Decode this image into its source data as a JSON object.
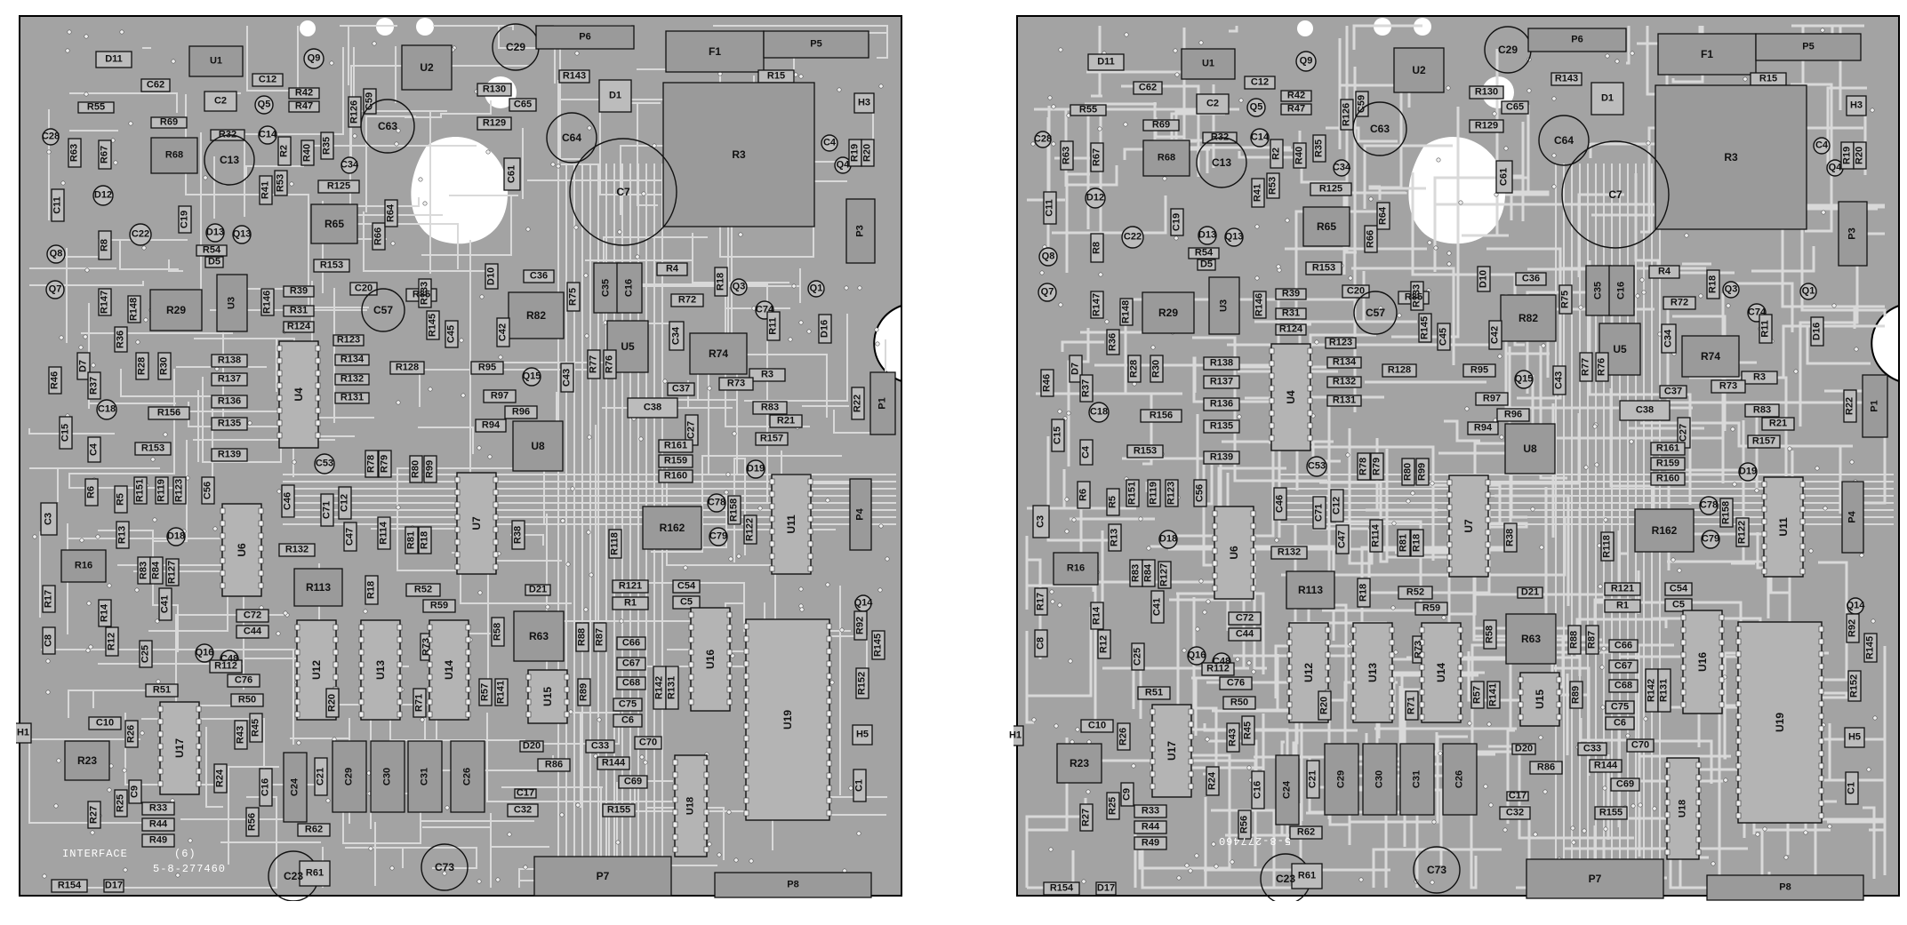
{
  "boards": [
    {
      "id": "left",
      "variant": "component-side",
      "board_marking": "INTERFACE",
      "board_revision": "(6)",
      "part_number": "5-8-277460"
    },
    {
      "id": "right",
      "variant": "solder-side",
      "board_marking": "",
      "board_revision": "",
      "part_number": "5-8-277460"
    }
  ],
  "colors": {
    "board_fill": "#a3a3a3",
    "trace": "#d9d9d9",
    "component_outline": "#111111",
    "cutout": "#ffffff",
    "label": "#111111"
  },
  "components": [
    {
      "ref": "D11",
      "type": "part"
    },
    {
      "ref": "U1",
      "type": "ic"
    },
    {
      "ref": "C12",
      "type": "cap"
    },
    {
      "ref": "Q9",
      "type": "transistor"
    },
    {
      "ref": "U2",
      "type": "ic"
    },
    {
      "ref": "C29",
      "type": "big-cap"
    },
    {
      "ref": "P6",
      "type": "connector"
    },
    {
      "ref": "F1",
      "type": "fuse"
    },
    {
      "ref": "P5",
      "type": "connector"
    },
    {
      "ref": "C62",
      "type": "cap"
    },
    {
      "ref": "C2",
      "type": "cap"
    },
    {
      "ref": "Q5",
      "type": "transistor"
    },
    {
      "ref": "R42",
      "type": "res"
    },
    {
      "ref": "R47",
      "type": "res"
    },
    {
      "ref": "R126",
      "type": "res"
    },
    {
      "ref": "C59",
      "type": "cap"
    },
    {
      "ref": "R130",
      "type": "res"
    },
    {
      "ref": "C65",
      "type": "cap"
    },
    {
      "ref": "R143",
      "type": "res"
    },
    {
      "ref": "D1",
      "type": "diode"
    },
    {
      "ref": "R15",
      "type": "res"
    },
    {
      "ref": "H3",
      "type": "hole"
    },
    {
      "ref": "R55",
      "type": "res"
    },
    {
      "ref": "R69",
      "type": "res"
    },
    {
      "ref": "R32",
      "type": "res"
    },
    {
      "ref": "C14",
      "type": "cap"
    },
    {
      "ref": "C63",
      "type": "big-cap"
    },
    {
      "ref": "R129",
      "type": "res"
    },
    {
      "ref": "C64",
      "type": "big-cap"
    },
    {
      "ref": "C28",
      "type": "cap"
    },
    {
      "ref": "R63",
      "type": "res"
    },
    {
      "ref": "R67",
      "type": "res"
    },
    {
      "ref": "R68",
      "type": "res"
    },
    {
      "ref": "C13",
      "type": "big-cap"
    },
    {
      "ref": "R2",
      "type": "res"
    },
    {
      "ref": "R40",
      "type": "res"
    },
    {
      "ref": "R35",
      "type": "res"
    },
    {
      "ref": "C34",
      "type": "cap"
    },
    {
      "ref": "C61",
      "type": "cap"
    },
    {
      "ref": "R3",
      "type": "res"
    },
    {
      "ref": "C4",
      "type": "cap"
    },
    {
      "ref": "Q4",
      "type": "transistor"
    },
    {
      "ref": "R19",
      "type": "res"
    },
    {
      "ref": "R20",
      "type": "res"
    },
    {
      "ref": "D12",
      "type": "diode"
    },
    {
      "ref": "R41",
      "type": "res"
    },
    {
      "ref": "R53",
      "type": "res"
    },
    {
      "ref": "R125",
      "type": "res"
    },
    {
      "ref": "C7",
      "type": "big-cap"
    },
    {
      "ref": "C11",
      "type": "cap"
    },
    {
      "ref": "C19",
      "type": "cap"
    },
    {
      "ref": "C22",
      "type": "cap"
    },
    {
      "ref": "D13",
      "type": "diode"
    },
    {
      "ref": "Q13",
      "type": "transistor"
    },
    {
      "ref": "R65",
      "type": "res"
    },
    {
      "ref": "R66",
      "type": "res"
    },
    {
      "ref": "R64",
      "type": "res"
    },
    {
      "ref": "R8",
      "type": "res"
    },
    {
      "ref": "Q8",
      "type": "transistor"
    },
    {
      "ref": "R54",
      "type": "res"
    },
    {
      "ref": "D5",
      "type": "diode"
    },
    {
      "ref": "R153",
      "type": "res"
    },
    {
      "ref": "C20",
      "type": "cap"
    },
    {
      "ref": "R85",
      "type": "res"
    },
    {
      "ref": "C36",
      "type": "cap"
    },
    {
      "ref": "R4",
      "type": "res"
    },
    {
      "ref": "R18",
      "type": "res"
    },
    {
      "ref": "Q7",
      "type": "transistor"
    },
    {
      "ref": "R147",
      "type": "res"
    },
    {
      "ref": "R148",
      "type": "res"
    },
    {
      "ref": "R29",
      "type": "res"
    },
    {
      "ref": "U3",
      "type": "ic"
    },
    {
      "ref": "R146",
      "type": "res"
    },
    {
      "ref": "R39",
      "type": "res"
    },
    {
      "ref": "C57",
      "type": "big-cap"
    },
    {
      "ref": "R133",
      "type": "res"
    },
    {
      "ref": "D10",
      "type": "diode"
    },
    {
      "ref": "R82",
      "type": "res"
    },
    {
      "ref": "R75",
      "type": "res"
    },
    {
      "ref": "C35",
      "type": "cap"
    },
    {
      "ref": "C16",
      "type": "cap"
    },
    {
      "ref": "R72",
      "type": "res"
    },
    {
      "ref": "Q3",
      "type": "transistor"
    },
    {
      "ref": "C74",
      "type": "cap"
    },
    {
      "ref": "Q1",
      "type": "transistor"
    },
    {
      "ref": "P3",
      "type": "connector"
    },
    {
      "ref": "R31",
      "type": "res"
    },
    {
      "ref": "R124",
      "type": "res"
    },
    {
      "ref": "R123",
      "type": "res"
    },
    {
      "ref": "R36",
      "type": "res"
    },
    {
      "ref": "R145",
      "type": "res"
    },
    {
      "ref": "C45",
      "type": "cap"
    },
    {
      "ref": "C42",
      "type": "cap"
    },
    {
      "ref": "U5",
      "type": "ic"
    },
    {
      "ref": "C34b",
      "type": "cap"
    },
    {
      "ref": "R74",
      "type": "res"
    },
    {
      "ref": "R11",
      "type": "res"
    },
    {
      "ref": "D16",
      "type": "diode"
    },
    {
      "ref": "R46",
      "type": "res"
    },
    {
      "ref": "D7",
      "type": "diode"
    },
    {
      "ref": "R28",
      "type": "res"
    },
    {
      "ref": "R30",
      "type": "res"
    },
    {
      "ref": "R138",
      "type": "res"
    },
    {
      "ref": "R134",
      "type": "res"
    },
    {
      "ref": "R128",
      "type": "res"
    },
    {
      "ref": "R95",
      "type": "res"
    },
    {
      "ref": "Q15",
      "type": "transistor"
    },
    {
      "ref": "C43",
      "type": "cap"
    },
    {
      "ref": "R77",
      "type": "res"
    },
    {
      "ref": "R76",
      "type": "res"
    },
    {
      "ref": "R3b",
      "type": "res"
    },
    {
      "ref": "R37",
      "type": "res"
    },
    {
      "ref": "R137",
      "type": "res"
    },
    {
      "ref": "R132",
      "type": "res"
    },
    {
      "ref": "U4",
      "type": "ic"
    },
    {
      "ref": "R97",
      "type": "res"
    },
    {
      "ref": "R96",
      "type": "res"
    },
    {
      "ref": "C38",
      "type": "cap"
    },
    {
      "ref": "C37",
      "type": "cap"
    },
    {
      "ref": "R73",
      "type": "res"
    },
    {
      "ref": "R22",
      "type": "res"
    },
    {
      "ref": "P1",
      "type": "connector"
    },
    {
      "ref": "C15",
      "type": "cap"
    },
    {
      "ref": "C18",
      "type": "cap"
    },
    {
      "ref": "R156",
      "type": "res"
    },
    {
      "ref": "R136",
      "type": "res"
    },
    {
      "ref": "R135",
      "type": "res"
    },
    {
      "ref": "R131",
      "type": "res"
    },
    {
      "ref": "R94",
      "type": "res"
    },
    {
      "ref": "U8",
      "type": "ic"
    },
    {
      "ref": "R83",
      "type": "res"
    },
    {
      "ref": "R21",
      "type": "res"
    },
    {
      "ref": "C27",
      "type": "big-cap"
    },
    {
      "ref": "R157",
      "type": "res"
    },
    {
      "ref": "C4b",
      "type": "cap"
    },
    {
      "ref": "R153b",
      "type": "res"
    },
    {
      "ref": "R139",
      "type": "res"
    },
    {
      "ref": "C53",
      "type": "cap"
    },
    {
      "ref": "R78",
      "type": "res"
    },
    {
      "ref": "R79",
      "type": "res"
    },
    {
      "ref": "R80",
      "type": "res"
    },
    {
      "ref": "R99",
      "type": "res"
    },
    {
      "ref": "R161",
      "type": "res"
    },
    {
      "ref": "R159",
      "type": "res"
    },
    {
      "ref": "R160",
      "type": "res"
    },
    {
      "ref": "D19",
      "type": "diode"
    },
    {
      "ref": "R6",
      "type": "res"
    },
    {
      "ref": "R5",
      "type": "res"
    },
    {
      "ref": "R151",
      "type": "res"
    },
    {
      "ref": "R119",
      "type": "res"
    },
    {
      "ref": "R123b",
      "type": "res"
    },
    {
      "ref": "C56",
      "type": "cap"
    },
    {
      "ref": "C46",
      "type": "cap"
    },
    {
      "ref": "C71",
      "type": "cap"
    },
    {
      "ref": "C12b",
      "type": "cap"
    },
    {
      "ref": "U7",
      "type": "ic"
    },
    {
      "ref": "C78",
      "type": "cap"
    },
    {
      "ref": "R158",
      "type": "res"
    },
    {
      "ref": "U11",
      "type": "ic"
    },
    {
      "ref": "P4",
      "type": "connector"
    },
    {
      "ref": "C3",
      "type": "cap"
    },
    {
      "ref": "R13",
      "type": "res"
    },
    {
      "ref": "D18",
      "type": "diode"
    },
    {
      "ref": "U6",
      "type": "ic"
    },
    {
      "ref": "C47",
      "type": "cap"
    },
    {
      "ref": "R114",
      "type": "res"
    },
    {
      "ref": "R81",
      "type": "res"
    },
    {
      "ref": "R18b",
      "type": "res"
    },
    {
      "ref": "R38",
      "type": "res"
    },
    {
      "ref": "R118",
      "type": "res"
    },
    {
      "ref": "R162",
      "type": "res"
    },
    {
      "ref": "C79",
      "type": "cap"
    },
    {
      "ref": "R122",
      "type": "res"
    },
    {
      "ref": "R16",
      "type": "res"
    },
    {
      "ref": "R83b",
      "type": "res"
    },
    {
      "ref": "R84",
      "type": "res"
    },
    {
      "ref": "R127",
      "type": "res"
    },
    {
      "ref": "R132b",
      "type": "res"
    },
    {
      "ref": "R113",
      "type": "res"
    },
    {
      "ref": "R121",
      "type": "res"
    },
    {
      "ref": "C54",
      "type": "cap"
    },
    {
      "ref": "R1",
      "type": "res"
    },
    {
      "ref": "C5",
      "type": "cap"
    },
    {
      "ref": "Q14",
      "type": "transistor"
    },
    {
      "ref": "R17",
      "type": "res"
    },
    {
      "ref": "R14",
      "type": "res"
    },
    {
      "ref": "C41",
      "type": "cap"
    },
    {
      "ref": "C72",
      "type": "cap"
    },
    {
      "ref": "C44",
      "type": "cap"
    },
    {
      "ref": "R52",
      "type": "res"
    },
    {
      "ref": "R59",
      "type": "res"
    },
    {
      "ref": "D21",
      "type": "diode"
    },
    {
      "ref": "R63b",
      "type": "res"
    },
    {
      "ref": "R88",
      "type": "res"
    },
    {
      "ref": "R87",
      "type": "res"
    },
    {
      "ref": "C66",
      "type": "cap"
    },
    {
      "ref": "C67",
      "type": "cap"
    },
    {
      "ref": "C68",
      "type": "cap"
    },
    {
      "ref": "U16",
      "type": "ic"
    },
    {
      "ref": "R92",
      "type": "res"
    },
    {
      "ref": "R145b",
      "type": "res"
    },
    {
      "ref": "C8",
      "type": "cap"
    },
    {
      "ref": "R12",
      "type": "res"
    },
    {
      "ref": "C25",
      "type": "cap"
    },
    {
      "ref": "Q16",
      "type": "transistor"
    },
    {
      "ref": "C48",
      "type": "cap"
    },
    {
      "ref": "U12",
      "type": "ic"
    },
    {
      "ref": "U13",
      "type": "ic"
    },
    {
      "ref": "R73b",
      "type": "res"
    },
    {
      "ref": "U14",
      "type": "ic"
    },
    {
      "ref": "R58",
      "type": "res"
    },
    {
      "ref": "R18c",
      "type": "res"
    },
    {
      "ref": "R112",
      "type": "res"
    },
    {
      "ref": "C76",
      "type": "cap"
    },
    {
      "ref": "R57",
      "type": "res"
    },
    {
      "ref": "R141",
      "type": "res"
    },
    {
      "ref": "U15",
      "type": "ic"
    },
    {
      "ref": "R89",
      "type": "res"
    },
    {
      "ref": "C75",
      "type": "cap"
    },
    {
      "ref": "C6",
      "type": "cap"
    },
    {
      "ref": "R142",
      "type": "res"
    },
    {
      "ref": "R131b",
      "type": "res"
    },
    {
      "ref": "U19",
      "type": "ic"
    },
    {
      "ref": "R152",
      "type": "res"
    },
    {
      "ref": "R51",
      "type": "res"
    },
    {
      "ref": "R50",
      "type": "res"
    },
    {
      "ref": "H1",
      "type": "hole"
    },
    {
      "ref": "C10",
      "type": "cap"
    },
    {
      "ref": "R26",
      "type": "res"
    },
    {
      "ref": "U17",
      "type": "ic"
    },
    {
      "ref": "R43",
      "type": "res"
    },
    {
      "ref": "R45",
      "type": "res"
    },
    {
      "ref": "R20b",
      "type": "res"
    },
    {
      "ref": "R71",
      "type": "res"
    },
    {
      "ref": "D20",
      "type": "diode"
    },
    {
      "ref": "R86",
      "type": "res"
    },
    {
      "ref": "C33",
      "type": "cap"
    },
    {
      "ref": "C70",
      "type": "cap"
    },
    {
      "ref": "H5",
      "type": "hole"
    },
    {
      "ref": "R23",
      "type": "res"
    },
    {
      "ref": "R24",
      "type": "res"
    },
    {
      "ref": "C16b",
      "type": "cap"
    },
    {
      "ref": "C24",
      "type": "cap"
    },
    {
      "ref": "C21",
      "type": "cap"
    },
    {
      "ref": "C29b",
      "type": "cap"
    },
    {
      "ref": "C30",
      "type": "cap"
    },
    {
      "ref": "C31",
      "type": "cap"
    },
    {
      "ref": "C26",
      "type": "cap"
    },
    {
      "ref": "R144",
      "type": "res"
    },
    {
      "ref": "C69",
      "type": "cap"
    },
    {
      "ref": "U18",
      "type": "ic"
    },
    {
      "ref": "C1",
      "type": "cap"
    },
    {
      "ref": "R27",
      "type": "res"
    },
    {
      "ref": "R25",
      "type": "res"
    },
    {
      "ref": "C9",
      "type": "cap"
    },
    {
      "ref": "R33",
      "type": "res"
    },
    {
      "ref": "R44",
      "type": "res"
    },
    {
      "ref": "R49",
      "type": "res"
    },
    {
      "ref": "R56",
      "type": "res"
    },
    {
      "ref": "C17",
      "type": "cap"
    },
    {
      "ref": "C32",
      "type": "cap"
    },
    {
      "ref": "R155",
      "type": "res"
    },
    {
      "ref": "R62",
      "type": "res"
    },
    {
      "ref": "C23",
      "type": "big-cap"
    },
    {
      "ref": "R61",
      "type": "res"
    },
    {
      "ref": "C73",
      "type": "big-cap"
    },
    {
      "ref": "P7",
      "type": "connector"
    },
    {
      "ref": "P8",
      "type": "connector"
    },
    {
      "ref": "R154",
      "type": "res"
    },
    {
      "ref": "D17",
      "type": "diode"
    }
  ]
}
